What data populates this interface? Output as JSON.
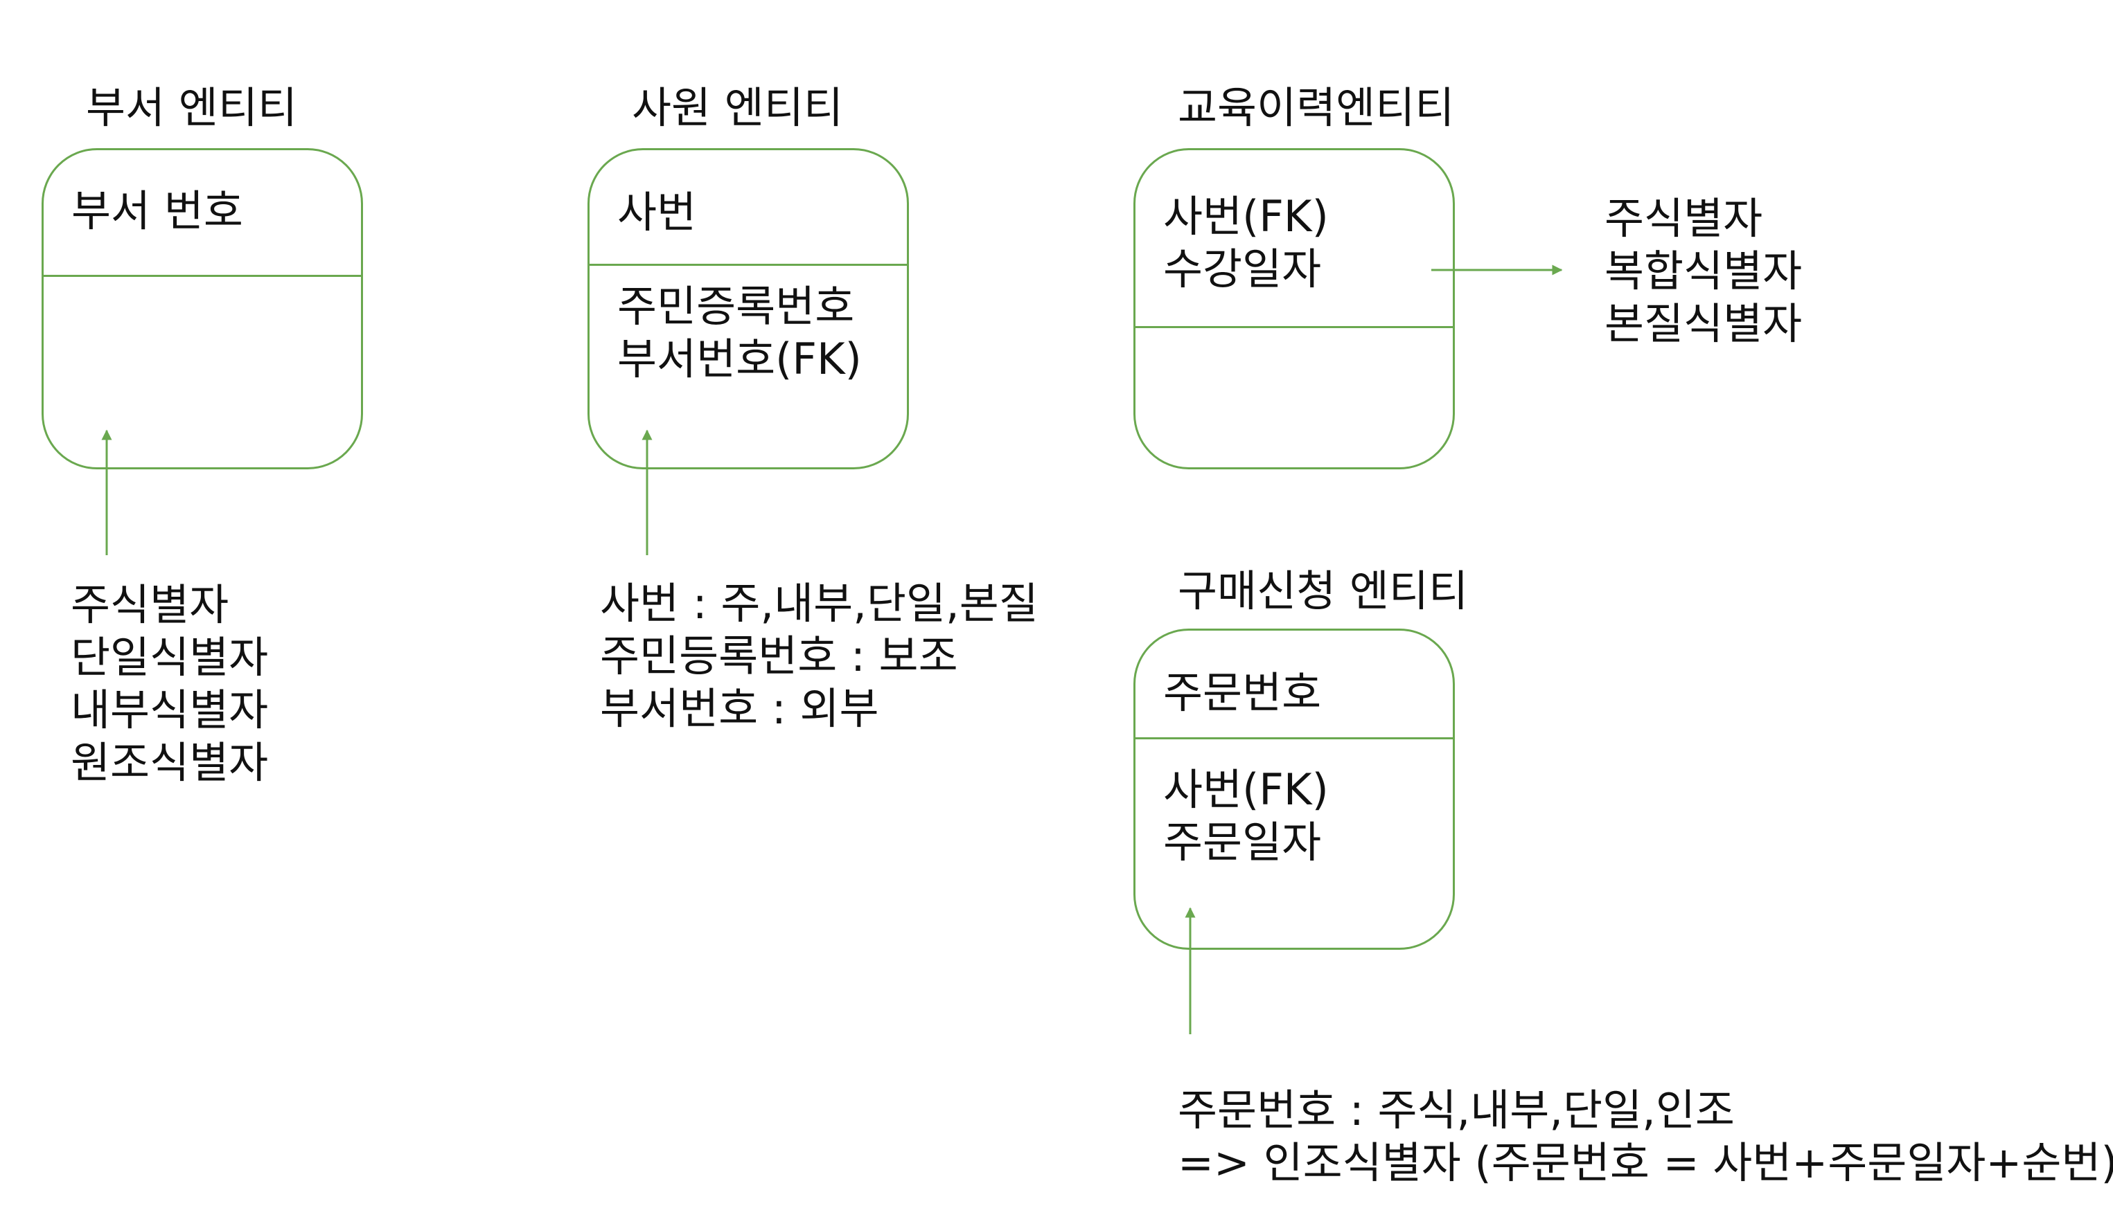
{
  "department": {
    "title": "부서 엔티티",
    "pk": [
      "부서 번호"
    ],
    "attributes": [],
    "annotation": [
      "주식별자",
      "단일식별자",
      "내부식별자",
      "원조식별자"
    ]
  },
  "employee": {
    "title": "사원 엔티티",
    "pk": [
      "사번"
    ],
    "attributes": [
      "주민증록번호",
      "부서번호(FK)"
    ],
    "annotation": [
      "사번 : 주,내부,단일,본질",
      "주민등록번호 : 보조",
      "부서번호 : 외부"
    ]
  },
  "education": {
    "title": "교육이력엔티티",
    "pk": [
      "사번(FK)",
      "수강일자"
    ],
    "attributes": [],
    "annotation": [
      "주식별자",
      "복합식별자",
      "본질식별자"
    ]
  },
  "purchase": {
    "title": "구매신청 엔티티",
    "pk": [
      "주문번호"
    ],
    "attributes": [
      "사번(FK)",
      "주문일자"
    ],
    "annotation": [
      "주문번호 : 주식,내부,단일,인조",
      "=> 인조식별자 (주문번호 = 사번+주문일자+순번)"
    ]
  },
  "colors": {
    "line": "#6aa84f",
    "text": "#111111"
  }
}
